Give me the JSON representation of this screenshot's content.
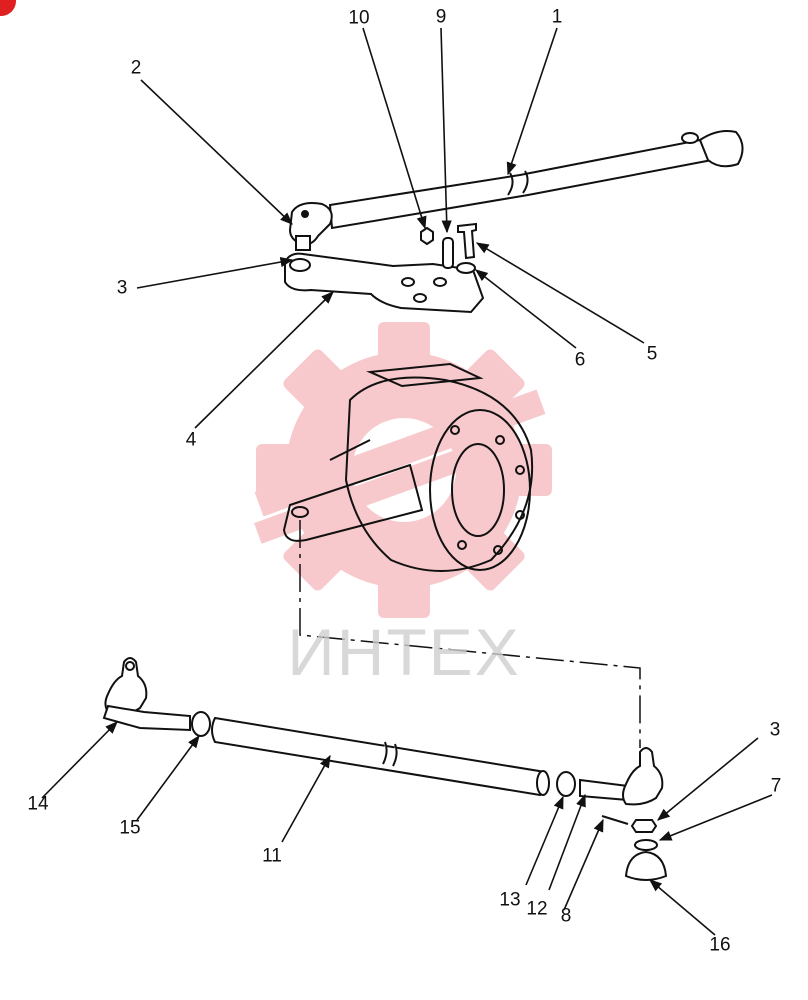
{
  "callouts": {
    "n1": "1",
    "n2": "2",
    "n3a": "3",
    "n3b": "3",
    "n4": "4",
    "n5": "5",
    "n6": "6",
    "n7": "7",
    "n8": "8",
    "n9": "9",
    "n10": "10",
    "n11": "11",
    "n12": "12",
    "n13": "13",
    "n14": "14",
    "n15": "15",
    "n16": "16"
  },
  "watermark": {
    "text": "ИНТЕХ",
    "color": "#e8404a"
  },
  "colors": {
    "line": "#111111",
    "badge": "#e02020"
  }
}
